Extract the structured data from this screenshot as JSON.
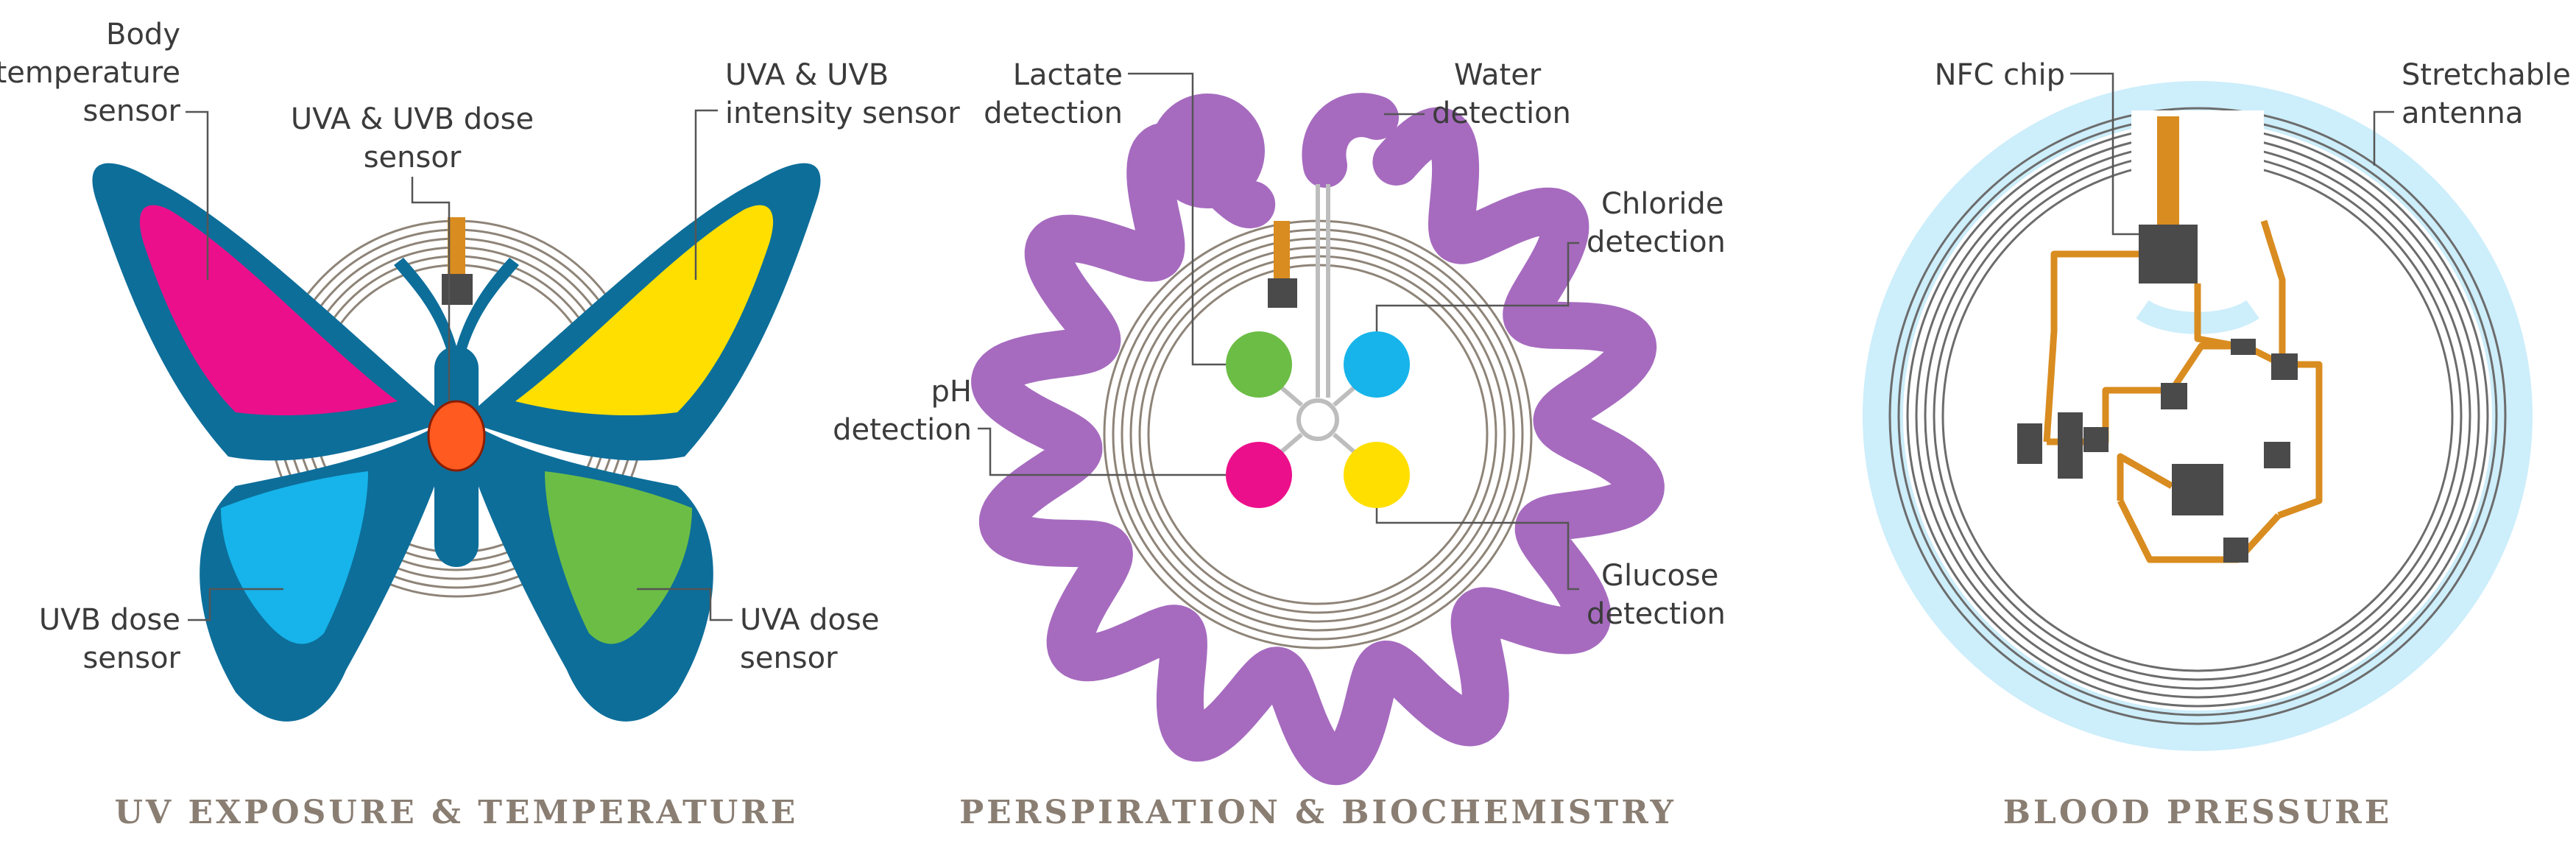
{
  "panels": [
    {
      "title": "UV EXPOSURE & TEMPERATURE",
      "labels": {
        "body_temp": [
          "Body",
          "temperature",
          "sensor"
        ],
        "uv_dose": [
          "UVA & UVB dose",
          "sensor"
        ],
        "uv_intensity": [
          "UVA & UVB",
          "intensity sensor"
        ],
        "uvb_dose": [
          "UVB dose",
          "sensor"
        ],
        "uva_dose": [
          "UVA dose",
          "sensor"
        ]
      }
    },
    {
      "title": "PERSPIRATION & BIOCHEMISTRY",
      "labels": {
        "lactate": [
          "Lactate",
          "detection"
        ],
        "water": [
          "Water",
          "detection"
        ],
        "chloride": [
          "Chloride",
          "detection"
        ],
        "ph": [
          "pH",
          "detection"
        ],
        "glucose": [
          "Glucose",
          "detection"
        ]
      }
    },
    {
      "title": "BLOOD PRESSURE",
      "labels": {
        "nfc": [
          "NFC chip"
        ],
        "antenna": [
          "Stretchable",
          "antenna"
        ]
      }
    }
  ],
  "colors": {
    "butterfly_blue": "#0d6e9a",
    "magenta": "#ec0f8b",
    "yellow": "#ffdf00",
    "cyan": "#16b4ea",
    "green": "#6cbd45",
    "orange": "#ff5a1f",
    "purple": "#a66bbf",
    "coil": "#8e8478",
    "copper": "#d98c1f",
    "light_blue": "#cdeefb",
    "chip": "#4a4a4a",
    "title": "#8a7e73"
  }
}
